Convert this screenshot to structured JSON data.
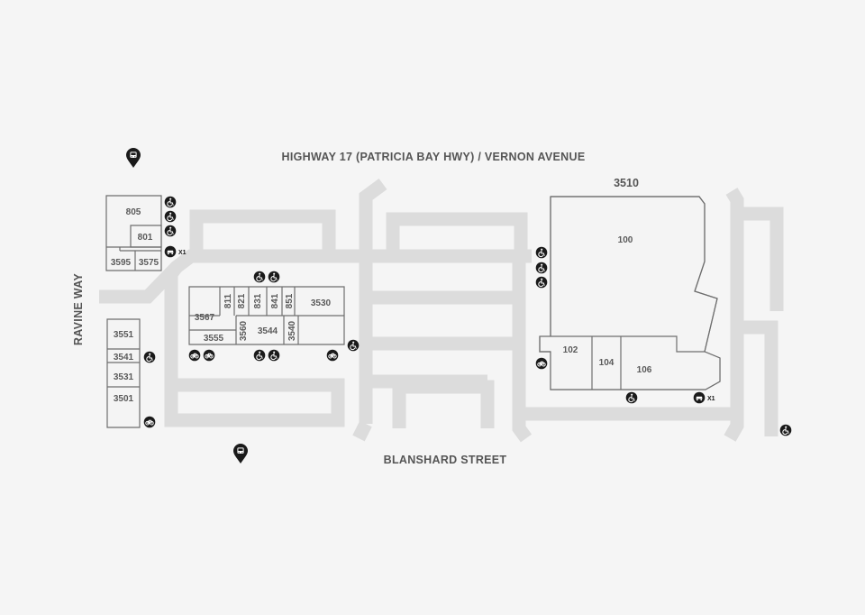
{
  "streets": {
    "north": "HIGHWAY 17 (PATRICIA BAY HWY) / VERNON AVENUE",
    "south": "BLANSHARD STREET",
    "west": "RAVINE WAY"
  },
  "buildings": {
    "b3510": "3510"
  },
  "units": {
    "u805": "805",
    "u801": "801",
    "u3595": "3595",
    "u3575": "3575",
    "u3551": "3551",
    "u3541": "3541",
    "u3531": "3531",
    "u3501": "3501",
    "u3567": "3567",
    "u3555": "3555",
    "u811": "811",
    "u821": "821",
    "u3560": "3560",
    "u831": "831",
    "u3544": "3544",
    "u841": "841",
    "u851": "851",
    "u3540": "3540",
    "u3530": "3530",
    "u100": "100",
    "u102": "102",
    "u104": "104",
    "u106": "106"
  },
  "ev_count": {
    "west": "X1",
    "east": "X1"
  },
  "icons": {
    "transit": "transit-stop-icon",
    "accessible": "accessible-parking-icon",
    "bike": "bike-parking-icon",
    "ev": "ev-charging-icon"
  }
}
